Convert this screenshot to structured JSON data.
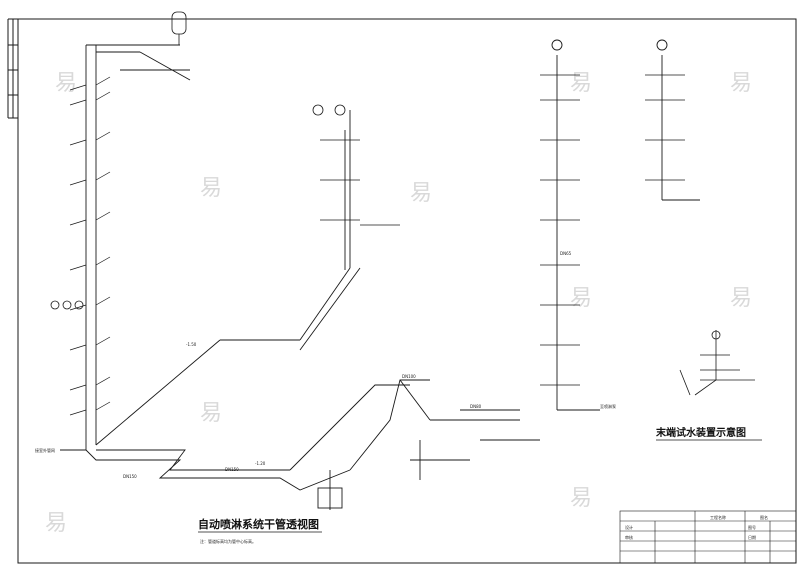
{
  "drawing": {
    "main_title": "自动喷淋系统干管透视图",
    "side_title": "末端试水装置示意图",
    "note": "注：管道标高均为管中心标高。",
    "watermark_char": "易",
    "line_color": "#1a1a1a",
    "watermark_color": "#d9d9d9"
  },
  "labels": {
    "pipe_dn150": "DN150",
    "pipe_dn100": "DN100",
    "pipe_dn80": "DN80",
    "pipe_dn65": "DN65",
    "elev_1": "-1.20",
    "elev_2": "-1.50",
    "right_note_1": "接室外管网",
    "right_note_2": "至喷淋泵"
  },
  "title_block": {
    "cell_1": "工程名称",
    "cell_2": "图名",
    "cell_3": "设计",
    "cell_4": "审核",
    "cell_5": "图号",
    "cell_6": "日期"
  }
}
